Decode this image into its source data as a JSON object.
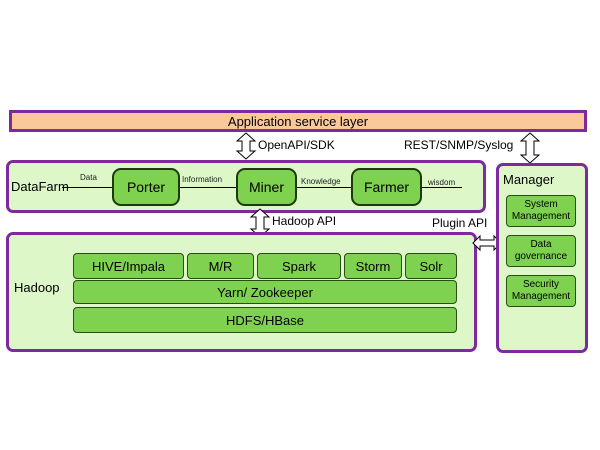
{
  "app_layer": "Application service layer",
  "interfaces": {
    "openapi": "OpenAPI/SDK",
    "rest": "REST/SNMP/Syslog",
    "hadoop_api": "Hadoop API",
    "plugin_api": "Plugin API"
  },
  "datafarm": {
    "title": "DataFarm",
    "nodes": [
      "Porter",
      "Miner",
      "Farmer"
    ],
    "flow_labels": [
      "Data",
      "Information",
      "Knowledge",
      "wisdom"
    ]
  },
  "hadoop": {
    "title": "Hadoop",
    "top_row": [
      "HIVE/Impala",
      "M/R",
      "Spark",
      "Storm",
      "Solr"
    ],
    "middle": "Yarn/ Zookeeper",
    "bottom": "HDFS/HBase"
  },
  "manager": {
    "title": "Manager",
    "items": [
      "System Management",
      "Data governance",
      "Security Management"
    ]
  },
  "colors": {
    "border": "#7d2a9e",
    "panel": "#ddf7c8",
    "box": "#7ed24f",
    "app_layer": "#fbc89a"
  }
}
